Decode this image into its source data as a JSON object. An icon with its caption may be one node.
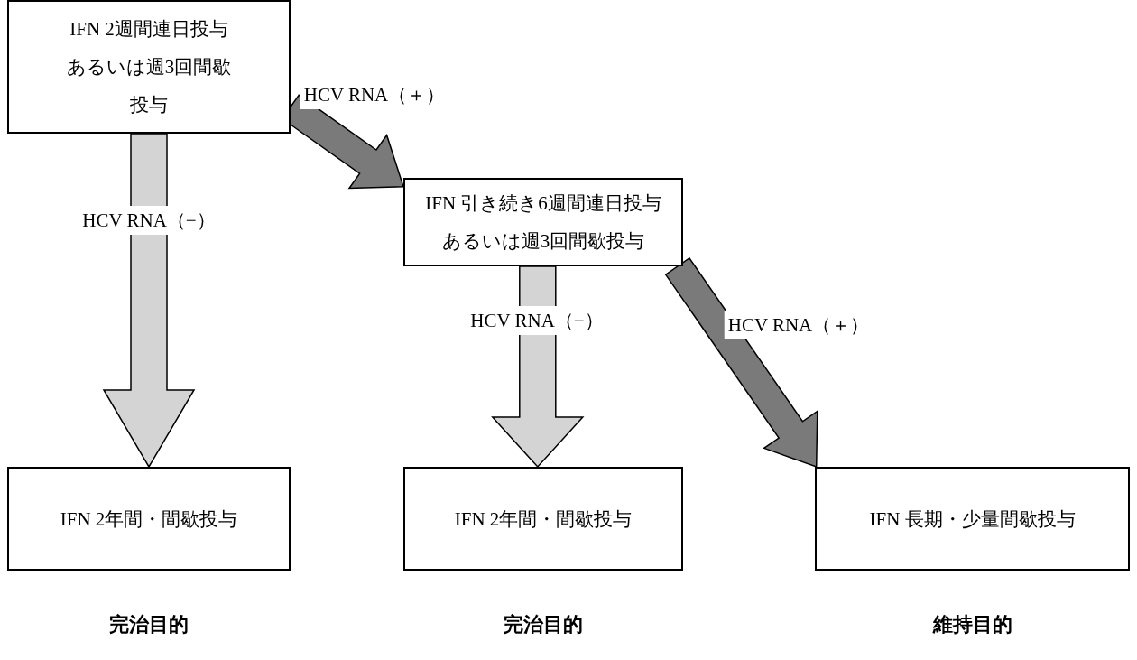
{
  "diagram": {
    "nodes": [
      {
        "text": [
          "IFN 2週間連日投与あるいは週3回間歇投与"
        ]
      },
      {
        "text": [
          "IFN 引き続き6週間連日投与あるいは週3回間歇投与"
        ]
      },
      {
        "text": [
          "IFN 2年間・間歇投与"
        ],
        "beside": [
          "完治目的"
        ]
      },
      {
        "text": [
          "IFN 2年間・間歇投与"
        ],
        "beside": [
          "完治目的"
        ]
      },
      {
        "text": [
          "IFN 長期・少量間歇投与"
        ],
        "beside": [
          "維持目的"
        ]
      }
    ],
    "edges": [
      {
        "from": 0,
        "to": 2,
        "arrow": "to",
        "label": "HCV RNA（−）"
      },
      {
        "from": 0,
        "to": 1,
        "arrow": "to",
        "label": "HCV RNA（＋）",
        "color": "#7a7a7a"
      },
      {
        "from": 1,
        "to": 3,
        "arrow": "to",
        "label": "HCV RNA（−）"
      },
      {
        "from": 1,
        "to": 4,
        "arrow": "to",
        "label": "HCV RNA（＋）",
        "color": "#7a7a7a"
      }
    ]
  }
}
